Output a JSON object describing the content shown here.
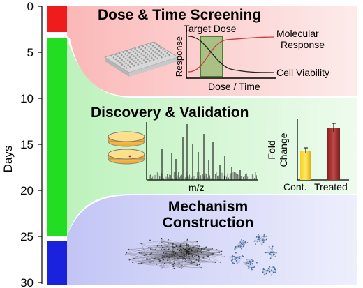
{
  "timeline": {
    "axis_label": "Days",
    "ticks": [
      "0",
      "5",
      "10",
      "15",
      "20",
      "25",
      "30"
    ],
    "stage_colors": {
      "red": "#ee1c1c",
      "green": "#22dd22",
      "blue": "#1a22dd"
    }
  },
  "stage1": {
    "title": "Dose & Time Screening",
    "plot": {
      "target_label": "Target Dose",
      "ylabel": "Response",
      "xlabel": "Dose / Time",
      "curve_up_label_line1": "Molecular",
      "curve_up_label_line2": "Response",
      "curve_down_label": "Cell Viability"
    }
  },
  "stage2": {
    "title": "Discovery & Validation",
    "spectrum_xlabel": "m/z",
    "bar_chart": {
      "ylabel_line1": "Fold",
      "ylabel_line2": "Change",
      "categories": [
        "Cont.",
        "Treated"
      ],
      "colors": [
        "#f5c400",
        "#a52a2a"
      ]
    }
  },
  "stage3": {
    "title_line1": "Mechanism",
    "title_line2": "Construction"
  }
}
